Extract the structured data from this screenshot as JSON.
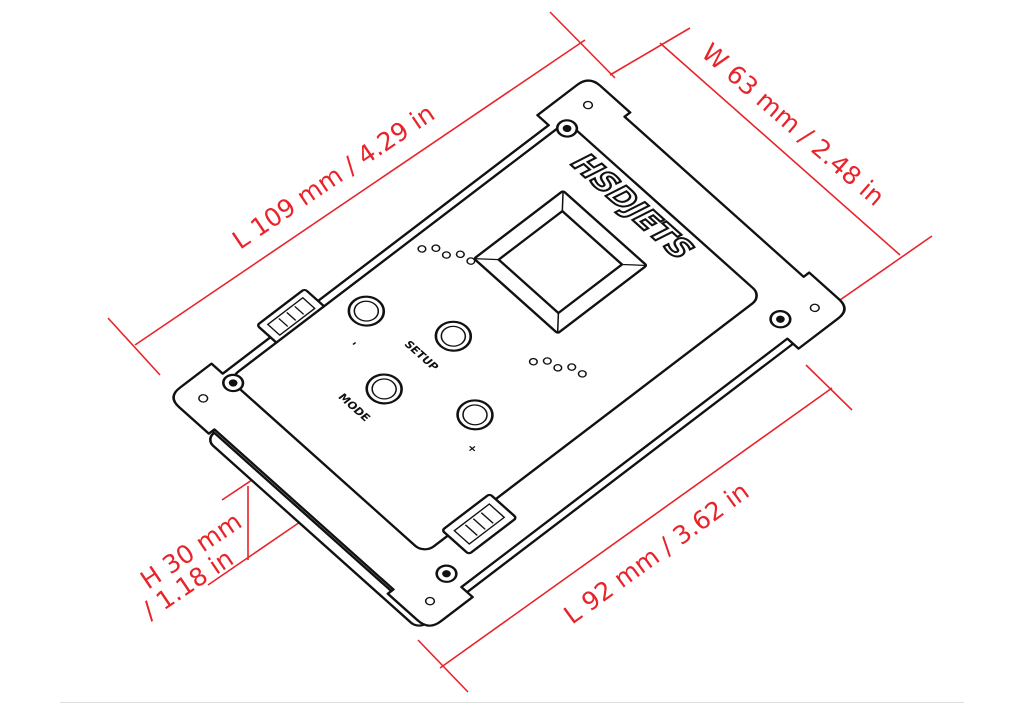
{
  "dimensions": {
    "length_top": "L 109 mm / 4.29 in",
    "width": "W 63 mm / 2.48 in",
    "length_bottom": "L 92 mm / 3.62 in",
    "height_line1": "H 30 mm",
    "height_line2": "/ 1.18 in"
  },
  "device": {
    "brand": "HSDJETS",
    "buttons": {
      "minus": "-",
      "setup": "SETUP",
      "mode": "MODE",
      "plus": "+"
    }
  },
  "colors": {
    "dimension": "#e8242b",
    "outline": "#111111"
  }
}
